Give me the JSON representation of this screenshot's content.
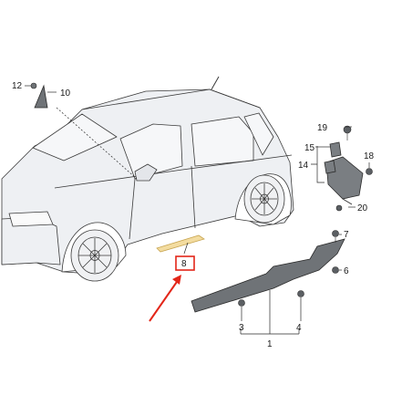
{
  "callouts": {
    "c1": "1",
    "c3": "3",
    "c4": "4",
    "c6": "6",
    "c7": "7",
    "c8": "8",
    "c10": "10",
    "c12": "12",
    "c14": "14",
    "c15": "15",
    "c18": "18",
    "c19": "19",
    "c20": "20"
  },
  "colors": {
    "body_fill": "#eef0f3",
    "part_fill": "#6f7377",
    "highlight_strip": "#f3dca0",
    "highlight_box": "#e32619",
    "arrow": "#e32619",
    "line": "#2b2b2b"
  }
}
